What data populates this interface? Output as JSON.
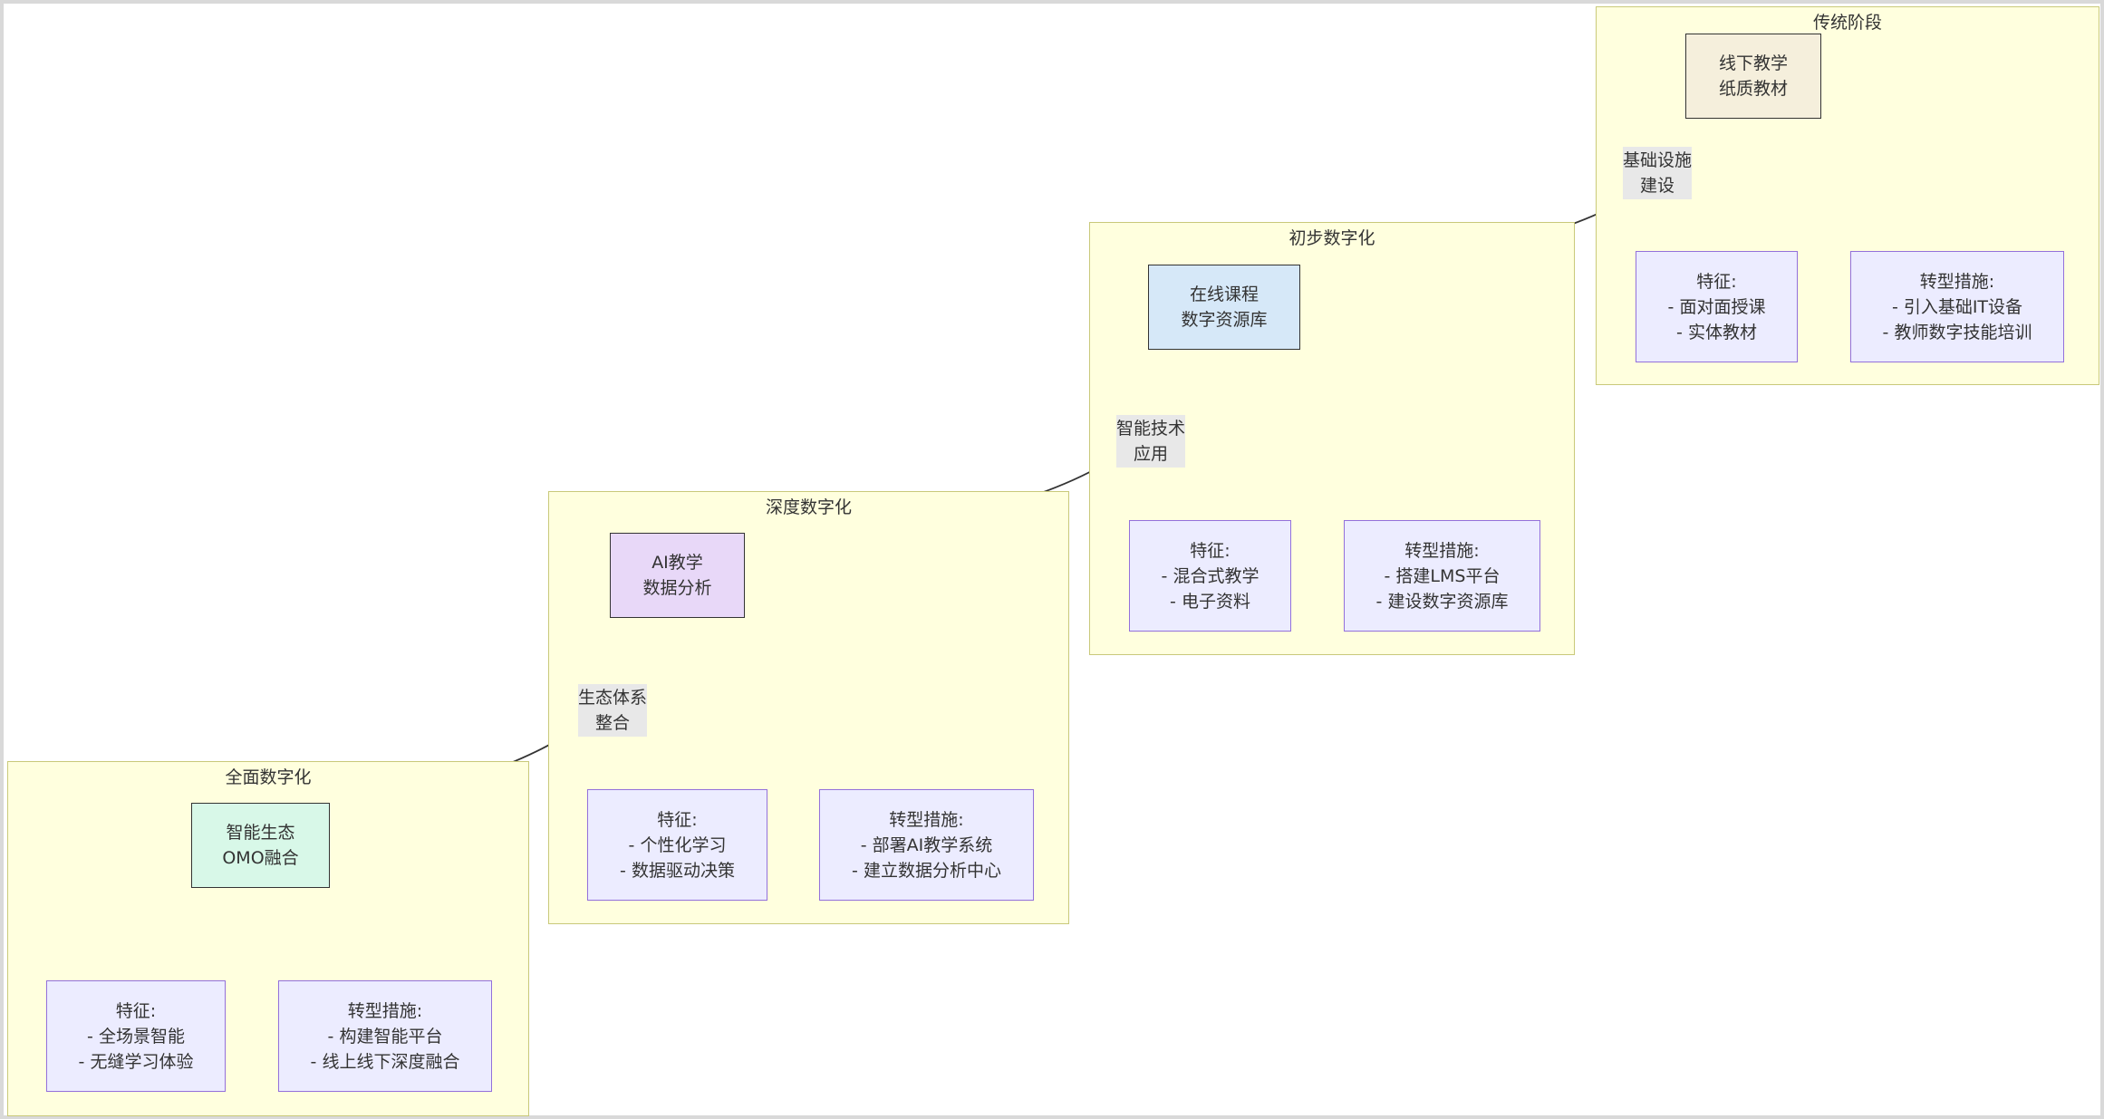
{
  "clusters": {
    "traditional": "传统阶段",
    "initial": "初步数字化",
    "deep": "深度数字化",
    "full": "全面数字化"
  },
  "nodes": {
    "traditional": {
      "line1": "线下教学",
      "line2": "纸质教材",
      "fill": "#f5efdc"
    },
    "initial": {
      "line1": "在线课程",
      "line2": "数字资源库",
      "fill": "#d6e8f8"
    },
    "deep": {
      "line1": "AI教学",
      "line2": "数据分析",
      "fill": "#e8d8f8"
    },
    "full": {
      "line1": "智能生态",
      "line2": "OMO融合",
      "fill": "#d8f8e8"
    }
  },
  "info": {
    "traditional_features": [
      "特征:",
      "- 面对面授课",
      "- 实体教材"
    ],
    "traditional_measures": [
      "转型措施:",
      "- 引入基础IT设备",
      "- 教师数字技能培训"
    ],
    "initial_features": [
      "特征:",
      "- 混合式教学",
      "- 电子资料"
    ],
    "initial_measures": [
      "转型措施:",
      "- 搭建LMS平台",
      "- 建设数字资源库"
    ],
    "deep_features": [
      "特征:",
      "- 个性化学习",
      "- 数据驱动决策"
    ],
    "deep_measures": [
      "转型措施:",
      "- 部署AI教学系统",
      "- 建立数据分析中心"
    ],
    "full_features": [
      "特征:",
      "- 全场景智能",
      "- 无缝学习体验"
    ],
    "full_measures": [
      "转型措施:",
      "- 构建智能平台",
      "- 线上线下深度融合"
    ]
  },
  "edge_labels": {
    "infra": [
      "基础设施",
      "建设"
    ],
    "smart_tech": [
      "智能技术",
      "应用"
    ],
    "ecosystem": [
      "生态体系",
      "整合"
    ]
  },
  "colors": {
    "cluster_fill": "#ffffde",
    "cluster_border": "#c9c97a",
    "info_fill": "#ececff",
    "info_border": "#9370db",
    "edge": "#333333",
    "edge_label_bg": "#e8e8e8"
  }
}
